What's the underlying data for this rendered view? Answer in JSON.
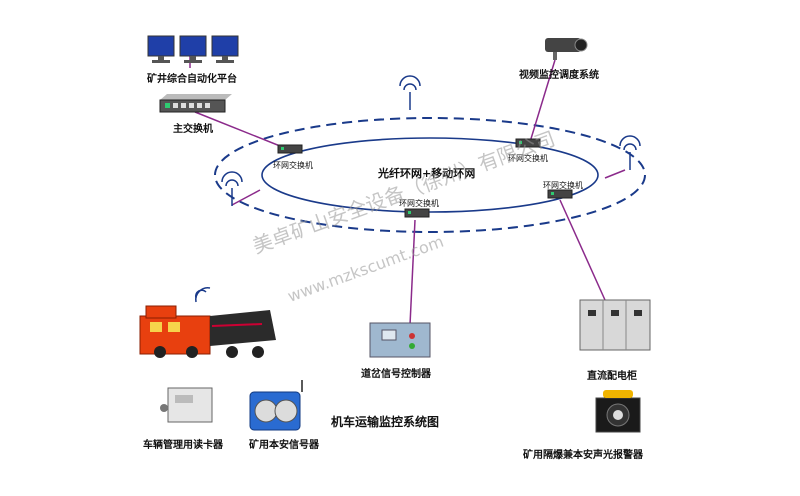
{
  "labels": {
    "automation_platform": "矿井综合自动化平台",
    "main_switch": "主交换机",
    "video_system": "视频监控调度系统",
    "ring_switch_left": "环网交换机",
    "ring_switch_right": "环网交换机",
    "ring_switch_bottom": "环网交换机",
    "ring_switch_far_right": "环网交换机",
    "ring_name": "光纤环网+移动环网",
    "switch_controller": "道岔信号控制器",
    "dc_cabinet": "直流配电柜",
    "card_reader": "车辆管理用读卡器",
    "signal_lamp": "矿用本安信号器",
    "alarm": "矿用隔爆兼本安声光报警器",
    "diagram_title": "机车运输监控系统图"
  },
  "watermark": {
    "company": "美卓矿山安全设备（徐州）有限公司",
    "url": "www.mzkscumt.com"
  },
  "colors": {
    "link": "#8b2a8b",
    "ring": "#1a3a8a",
    "locomotive": "#e8400f",
    "lamp": "#2a6bd1"
  }
}
